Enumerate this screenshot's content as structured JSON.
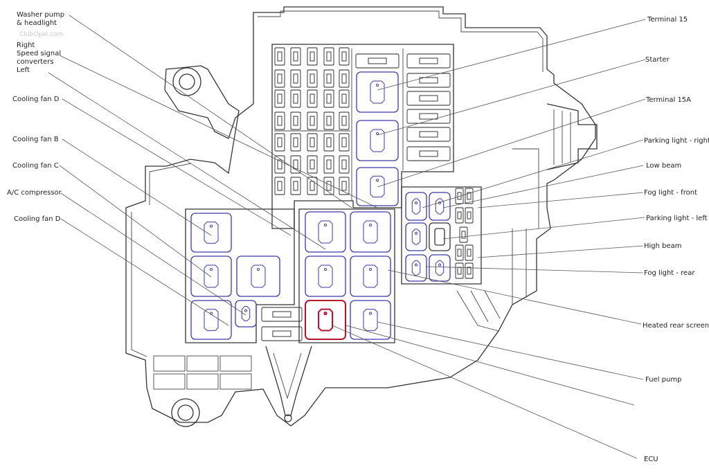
{
  "watermark": "ClubOpel.com",
  "labels_left": [
    {
      "id": "washer-pump",
      "lines": [
        "Washer pump",
        "& headlight"
      ]
    },
    {
      "id": "speed-signal",
      "lines": [
        "Right",
        "Speed signal",
        "converters",
        "Left"
      ]
    },
    {
      "id": "cooling-fan-d-top",
      "lines": [
        "Cooling fan D"
      ]
    },
    {
      "id": "cooling-fan-b",
      "lines": [
        "Cooling fan B"
      ]
    },
    {
      "id": "cooling-fan-c",
      "lines": [
        "Cooling fan C"
      ]
    },
    {
      "id": "ac-compressor",
      "lines": [
        "A/C compressor"
      ]
    },
    {
      "id": "cooling-fan-d-bottom",
      "lines": [
        "Cooling fan D"
      ]
    }
  ],
  "labels_right": [
    {
      "id": "terminal-15",
      "lines": [
        "Terminal 15"
      ]
    },
    {
      "id": "starter",
      "lines": [
        "Starter"
      ]
    },
    {
      "id": "terminal-15a",
      "lines": [
        "Terminal 15A"
      ]
    },
    {
      "id": "parking-light-right",
      "lines": [
        "Parking light - right"
      ]
    },
    {
      "id": "low-beam",
      "lines": [
        "Low beam"
      ]
    },
    {
      "id": "fog-light-front",
      "lines": [
        "Fog light - front"
      ]
    },
    {
      "id": "parking-light-left",
      "lines": [
        "Parking light - left"
      ]
    },
    {
      "id": "high-beam",
      "lines": [
        "High beam"
      ]
    },
    {
      "id": "fog-light-rear",
      "lines": [
        "Fog light - rear"
      ]
    },
    {
      "id": "heated-rear-screen",
      "lines": [
        "Heated rear screen"
      ]
    },
    {
      "id": "fuel-pump",
      "lines": [
        "Fuel pump"
      ]
    },
    {
      "id": "unlabeled",
      "lines": [
        ""
      ]
    },
    {
      "id": "ecu",
      "lines": [
        "ECU"
      ]
    }
  ],
  "colors": {
    "relay": "#3a3aa8",
    "highlight": "#b4142c",
    "outline": "#333333"
  }
}
